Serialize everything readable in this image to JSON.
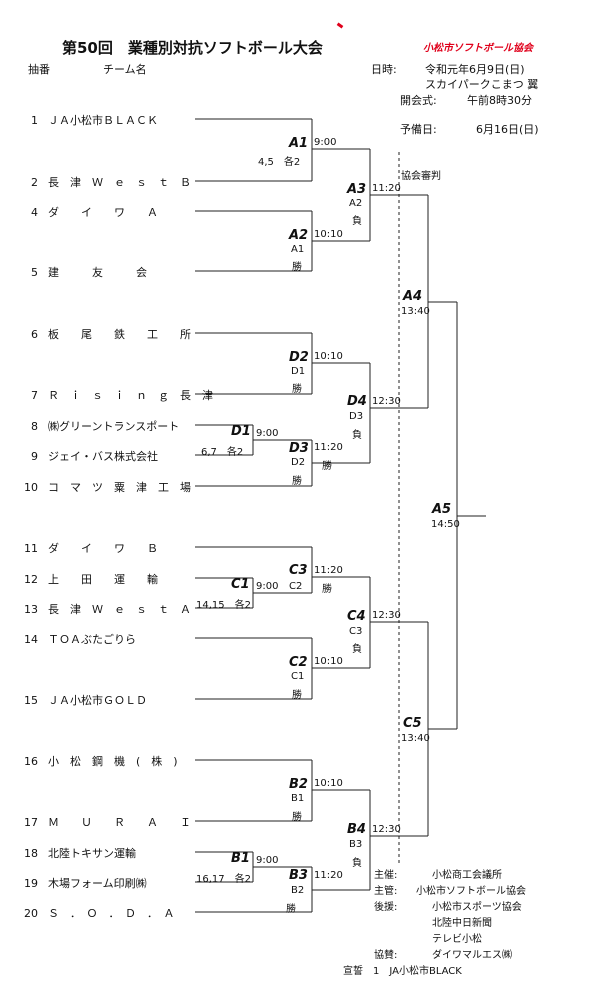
{
  "title": "第50回　業種別対抗ソフトボール大会",
  "association_logo_text": "小松市ソフトボール協会",
  "header": {
    "col_number": "抽番",
    "col_team": "チーム名"
  },
  "info": {
    "date_label": "日時:",
    "date_value": "令和元年6月9日(日)",
    "venue": "スカイパークこまつ 翼",
    "opening_label": "開会式:",
    "opening_value": "午前8時30分",
    "reserve_label": "予備日:",
    "reserve_value": "6月16日(日)"
  },
  "referee_note": "協会審判",
  "teams": [
    {
      "no": "1",
      "name": "ＪＡ小松市ＢＬＡＣＫ"
    },
    {
      "no": "2",
      "name": "長　津　Ｗ　ｅ　ｓ　ｔ　Ｂ"
    },
    {
      "no": "4",
      "name": "ダ　　イ　　ワ　　Ａ"
    },
    {
      "no": "5",
      "name": "建　　　友　　　会"
    },
    {
      "no": "6",
      "name": "板　　尾　　鉄　　工　　所"
    },
    {
      "no": "7",
      "name": "Ｒ　ｉ　ｓ　ｉ　ｎ　ｇ　長　津"
    },
    {
      "no": "8",
      "name": "㈱グリーントランスポート"
    },
    {
      "no": "9",
      "name": "ジェイ・バス株式会社"
    },
    {
      "no": "10",
      "name": "コ　マ　ツ　粟　津　工　場"
    },
    {
      "no": "11",
      "name": "ダ　　イ　　ワ　　Ｂ"
    },
    {
      "no": "12",
      "name": "上　　田　　運　　輸"
    },
    {
      "no": "13",
      "name": "長　津　Ｗ　ｅ　ｓ　ｔ　Ａ"
    },
    {
      "no": "14",
      "name": "ＴＯＡぶたごりら"
    },
    {
      "no": "15",
      "name": "ＪＡ小松市ＧＯＬＤ"
    },
    {
      "no": "16",
      "name": "小　松　鋼　機　(　株　)"
    },
    {
      "no": "17",
      "name": "Ｍ　　Ｕ　　Ｒ　　Ａ　　Ｉ"
    },
    {
      "no": "18",
      "name": "北陸トキサン運輸"
    },
    {
      "no": "19",
      "name": "木場フォーム印刷㈱"
    },
    {
      "no": "20",
      "name": "Ｓ　．　Ｏ　．　Ｄ　．　Ａ"
    }
  ],
  "matches": {
    "A1": {
      "id": "A1",
      "time": "9:00",
      "note": "4,5　各2"
    },
    "A2": {
      "id": "A2",
      "time": "10:10",
      "ref": "A1",
      "result": "勝"
    },
    "A3": {
      "id": "A3",
      "time": "11:20",
      "ref": "A2",
      "result": "負"
    },
    "A4": {
      "id": "A4",
      "time": "13:40"
    },
    "A5": {
      "id": "A5",
      "time": "14:50"
    },
    "D1": {
      "id": "D1",
      "time": "9:00",
      "note": "6,7　各2"
    },
    "D2": {
      "id": "D2",
      "time": "10:10",
      "ref": "D1",
      "result": "勝"
    },
    "D3": {
      "id": "D3",
      "time": "11:20",
      "ref": "D2",
      "result": "勝"
    },
    "D4": {
      "id": "D4",
      "time": "12:30",
      "ref": "D3",
      "result": "負"
    },
    "C1": {
      "id": "C1",
      "time": "9:00",
      "ref": "C2",
      "note": "14,15　各2"
    },
    "C2": {
      "id": "C2",
      "time": "10:10",
      "ref": "C1",
      "result": "勝"
    },
    "C3": {
      "id": "C3",
      "time": "11:20",
      "result": "勝"
    },
    "C4": {
      "id": "C4",
      "time": "12:30",
      "ref": "C3",
      "result": "負"
    },
    "C5": {
      "id": "C5",
      "time": "13:40"
    },
    "B1": {
      "id": "B1",
      "time": "9:00",
      "note": "16,17　各2"
    },
    "B2": {
      "id": "B2",
      "time": "10:10",
      "ref": "B1",
      "result": "勝"
    },
    "B3": {
      "id": "B3",
      "time": "11:20",
      "ref": "B2",
      "result": "勝"
    },
    "B4": {
      "id": "B4",
      "time": "12:30",
      "ref": "B3",
      "result": "負"
    }
  },
  "footer": {
    "organizer_label": "主催:",
    "organizer": "小松商工会議所",
    "manager_label": "主管:",
    "manager": "小松市ソフトボール協会",
    "support_label": "後援:",
    "support": [
      "小松市スポーツ協会",
      "北陸中日新聞",
      "テレビ小松"
    ],
    "sponsor_label": "協賛:",
    "sponsor": "ダイワマルエス㈱",
    "oath": "宣誓　1　JA小松市BLACK"
  }
}
